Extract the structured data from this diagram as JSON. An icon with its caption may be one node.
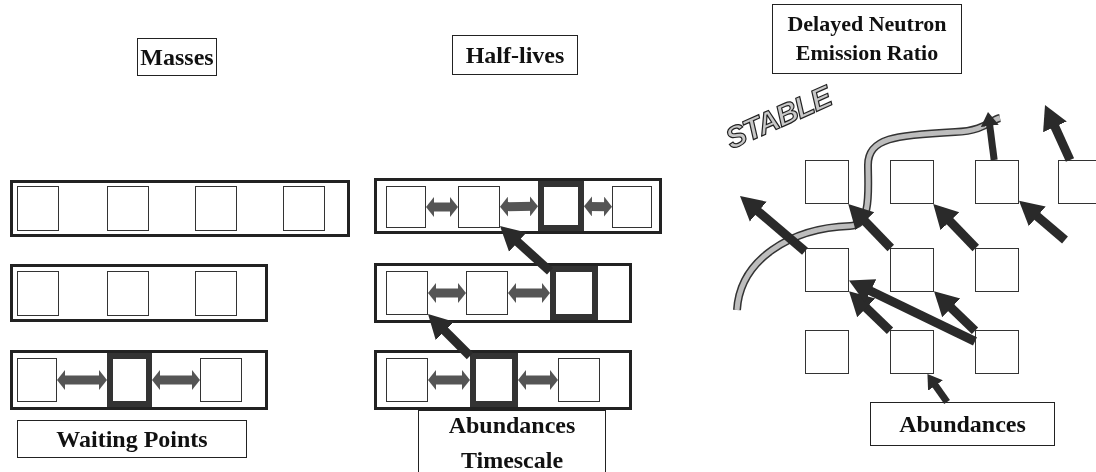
{
  "diagram": {
    "nodes": [
      {
        "text": [
          "Masses"
        ]
      },
      {
        "text": [
          "Half-lives"
        ]
      },
      {
        "text": [
          "Delayed Neutron Emission Ratio"
        ]
      },
      {
        "text": [],
        "shape": "box"
      },
      {
        "text": [],
        "shape": "box",
        "in": 3
      },
      {
        "text": [],
        "shape": "box",
        "in": 3
      },
      {
        "text": [],
        "shape": "box",
        "in": 3
      },
      {
        "text": [],
        "shape": "box",
        "in": 3
      },
      {
        "text": [],
        "shape": "box"
      },
      {
        "text": [],
        "shape": "box",
        "in": 8
      },
      {
        "text": [],
        "shape": "box",
        "in": 8
      },
      {
        "text": [],
        "shape": "box",
        "in": 8
      },
      {
        "text": [],
        "shape": "box"
      },
      {
        "text": [],
        "shape": "box",
        "in": 12
      },
      {
        "text": [],
        "shape": "box",
        "in": 12
      },
      {
        "text": [],
        "shape": "box",
        "in": 12
      },
      {
        "text": [],
        "shape": "box"
      },
      {
        "text": [],
        "shape": "box",
        "in": 16
      },
      {
        "text": [],
        "shape": "box",
        "in": 16
      },
      {
        "text": [],
        "shape": "box",
        "in": 16
      },
      {
        "text": [],
        "shape": "box",
        "in": 16
      },
      {
        "text": [],
        "shape": "box"
      },
      {
        "text": [],
        "shape": "box",
        "in": 21
      },
      {
        "text": [],
        "shape": "box",
        "in": 21
      },
      {
        "text": [],
        "shape": "box",
        "in": 21
      },
      {
        "text": [],
        "shape": "box"
      },
      {
        "text": [],
        "shape": "box",
        "in": 25
      },
      {
        "text": [],
        "shape": "box",
        "in": 25
      },
      {
        "text": [],
        "shape": "box",
        "in": 25
      },
      {
        "text": [],
        "shape": "box"
      },
      {
        "text": [],
        "shape": "box"
      },
      {
        "text": [],
        "shape": "box"
      },
      {
        "text": [],
        "shape": "box"
      },
      {
        "text": [],
        "shape": "box"
      },
      {
        "text": [],
        "shape": "box"
      },
      {
        "text": [],
        "shape": "box"
      },
      {
        "text": [],
        "shape": "box"
      },
      {
        "text": [],
        "shape": "box"
      },
      {
        "text": [],
        "shape": "box"
      },
      {
        "text": [
          "Waiting Points"
        ]
      },
      {
        "text": [
          "Abundances Timescale"
        ]
      },
      {
        "text": [
          "Abundances"
        ]
      }
    ],
    "edges": [
      {
        "from": 13,
        "to": 14,
        "arrow": "both"
      },
      {
        "from": 14,
        "to": 15,
        "arrow": "both"
      },
      {
        "from": 17,
        "to": 18,
        "arrow": "both"
      },
      {
        "from": 18,
        "to": 19,
        "arrow": "both"
      },
      {
        "from": 19,
        "to": 20,
        "arrow": "both"
      },
      {
        "from": 22,
        "to": 23,
        "arrow": "both"
      },
      {
        "from": 23,
        "to": 24,
        "arrow": "both"
      },
      {
        "from": 26,
        "to": 27,
        "arrow": "both"
      },
      {
        "from": 27,
        "to": 28,
        "arrow": "both"
      },
      {
        "from": 24,
        "to": 18,
        "arrow": "to"
      },
      {
        "from": 27,
        "to": 22,
        "arrow": "to"
      },
      {
        "from": 33,
        "to": null,
        "arrow": "to"
      },
      {
        "from": 34,
        "to": 29,
        "arrow": "to"
      },
      {
        "from": 35,
        "to": 30,
        "arrow": "to"
      },
      {
        "from": null,
        "to": 31,
        "arrow": "to"
      },
      {
        "from": 31,
        "to": null,
        "arrow": "to"
      },
      {
        "from": 32,
        "to": null,
        "arrow": "to"
      },
      {
        "from": 37,
        "to": 33,
        "arrow": "to"
      },
      {
        "from": 38,
        "to": 33,
        "arrow": "to"
      },
      {
        "from": 38,
        "to": 34,
        "arrow": "to"
      },
      {
        "from": 41,
        "to": 37,
        "arrow": "to"
      }
    ],
    "labels": [
      "STABLE"
    ]
  }
}
